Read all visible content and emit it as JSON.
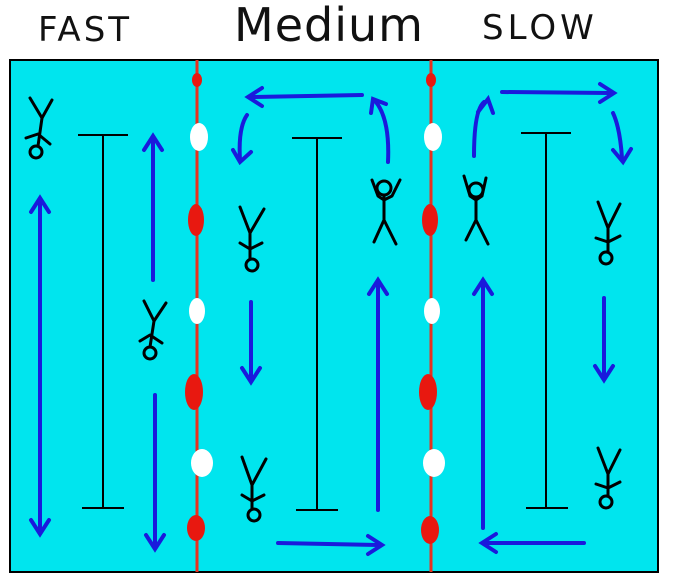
{
  "lanes": [
    {
      "name": "FAST"
    },
    {
      "name": "Medium"
    },
    {
      "name": "SLOW"
    }
  ],
  "colors": {
    "water": "#00e5ee",
    "arrow": "#1a1adc",
    "rope": "#e8301e",
    "float_red": "#e81810",
    "float_white": "#ffffff",
    "ink": "#000000"
  }
}
